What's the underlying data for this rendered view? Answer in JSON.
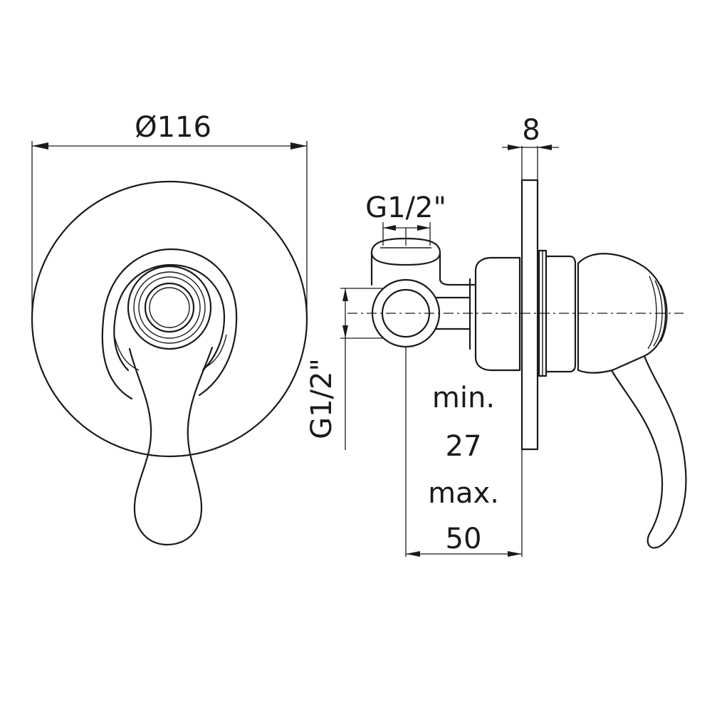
{
  "dimensions": {
    "plate_diameter": "Ø116",
    "plate_thickness": "8",
    "outlet_thread": "G1/2\"",
    "inlet_thread": "G1/2\"",
    "depth_min_label": "min.",
    "depth_min_value": "27",
    "depth_max_label": "max.",
    "depth_max_value": "50"
  }
}
